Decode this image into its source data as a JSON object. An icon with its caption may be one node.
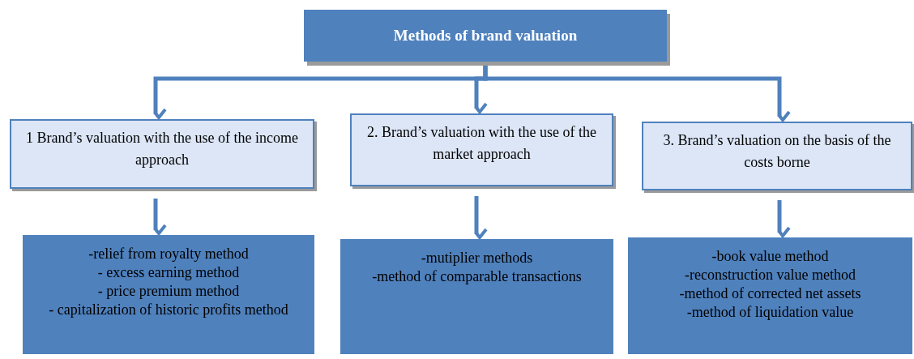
{
  "diagram": {
    "nodes": [
      {
        "text": [
          "Methods of brand valuation"
        ]
      },
      {
        "text": [
          "1 Brand’s valuation with the use of the income approach"
        ]
      },
      {
        "text": [
          "2. Brand’s valuation with the use of the market approach"
        ]
      },
      {
        "text": [
          "3. Brand’s valuation on the basis of the costs borne"
        ]
      },
      {
        "text": [
          "-relief from royalty method",
          "- excess earning method",
          "- price premium method",
          "- capitalization of historic profits method"
        ]
      },
      {
        "text": [
          "-mutiplier methods",
          "-method of comparable transactions"
        ]
      },
      {
        "text": [
          "-book value method",
          "-reconstruction value method",
          "-method of corrected net assets",
          "-method of liquidation value"
        ]
      }
    ],
    "edges": [
      {
        "from": 0,
        "to": 1,
        "arrow": "to"
      },
      {
        "from": 0,
        "to": 2,
        "arrow": "to"
      },
      {
        "from": 0,
        "to": 3,
        "arrow": "to"
      },
      {
        "from": 1,
        "to": 4,
        "arrow": "to"
      },
      {
        "from": 2,
        "to": 5,
        "arrow": "to"
      },
      {
        "from": 3,
        "to": 6,
        "arrow": "to"
      }
    ]
  }
}
